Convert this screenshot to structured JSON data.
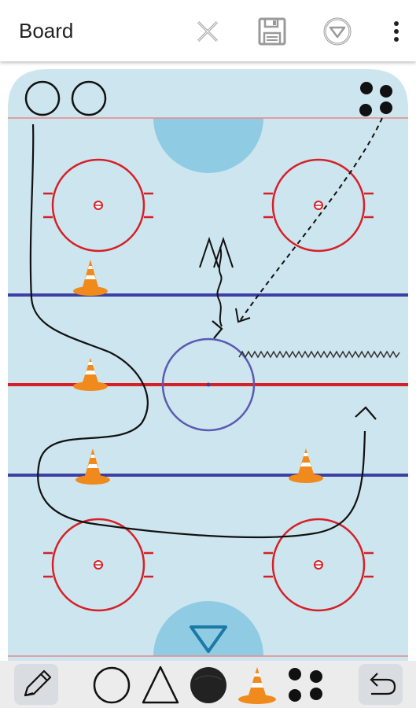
{
  "appbar": {
    "title": "Board",
    "icons": [
      "close-icon",
      "save-icon",
      "filter-icon",
      "more-vert-icon"
    ]
  },
  "colors": {
    "ice": "#cde5ee",
    "goal_crease": "#8fcbe3",
    "red_line": "#d62027",
    "blue_line": "#3d3fa3",
    "cone": "#f08a1c",
    "puck": "#222222",
    "toolbar_bg": "#ececec",
    "accent": "#1b7aa5"
  },
  "toolbar": {
    "tools": [
      "pencil-tool",
      "circle-tool",
      "triangle-tool",
      "puck-tool",
      "cone-tool",
      "dots-tool",
      "undo-button"
    ]
  }
}
